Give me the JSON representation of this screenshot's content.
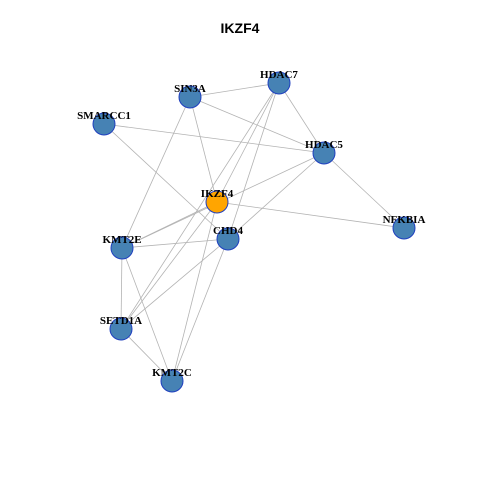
{
  "title": "IKZF4",
  "colors": {
    "center_fill": "#FFA500",
    "node_fill": "#4682B4",
    "node_stroke": "#1F3FBF",
    "edge": "#B3B3B3"
  },
  "nodes": [
    {
      "id": "IKZF4",
      "label": "IKZF4",
      "center": true
    },
    {
      "id": "SIN3A",
      "label": "SIN3A"
    },
    {
      "id": "HDAC7",
      "label": "HDAC7"
    },
    {
      "id": "SMARCC1",
      "label": "SMARCC1"
    },
    {
      "id": "HDAC5",
      "label": "HDAC5"
    },
    {
      "id": "NFKBIA",
      "label": "NFKBIA"
    },
    {
      "id": "CHD4",
      "label": "CHD4"
    },
    {
      "id": "KMT2E",
      "label": "KMT2E"
    },
    {
      "id": "SETD1A",
      "label": "SETD1A"
    },
    {
      "id": "KMT2C",
      "label": "KMT2C"
    }
  ],
  "edges": [
    [
      "SIN3A",
      "HDAC7"
    ],
    [
      "SIN3A",
      "HDAC5"
    ],
    [
      "SIN3A",
      "IKZF4"
    ],
    [
      "SIN3A",
      "KMT2E"
    ],
    [
      "HDAC7",
      "HDAC5"
    ],
    [
      "HDAC7",
      "IKZF4"
    ],
    [
      "HDAC7",
      "CHD4"
    ],
    [
      "HDAC7",
      "SETD1A"
    ],
    [
      "SMARCC1",
      "HDAC5"
    ],
    [
      "SMARCC1",
      "CHD4"
    ],
    [
      "HDAC5",
      "NFKBIA"
    ],
    [
      "HDAC5",
      "KMT2E"
    ],
    [
      "HDAC5",
      "CHD4"
    ],
    [
      "IKZF4",
      "NFKBIA"
    ],
    [
      "IKZF4",
      "KMT2E"
    ],
    [
      "IKZF4",
      "SETD1A"
    ],
    [
      "IKZF4",
      "KMT2C"
    ],
    [
      "CHD4",
      "KMT2E"
    ],
    [
      "CHD4",
      "SETD1A"
    ],
    [
      "CHD4",
      "KMT2C"
    ],
    [
      "KMT2E",
      "SETD1A"
    ],
    [
      "KMT2E",
      "KMT2C"
    ],
    [
      "SETD1A",
      "KMT2C"
    ]
  ]
}
